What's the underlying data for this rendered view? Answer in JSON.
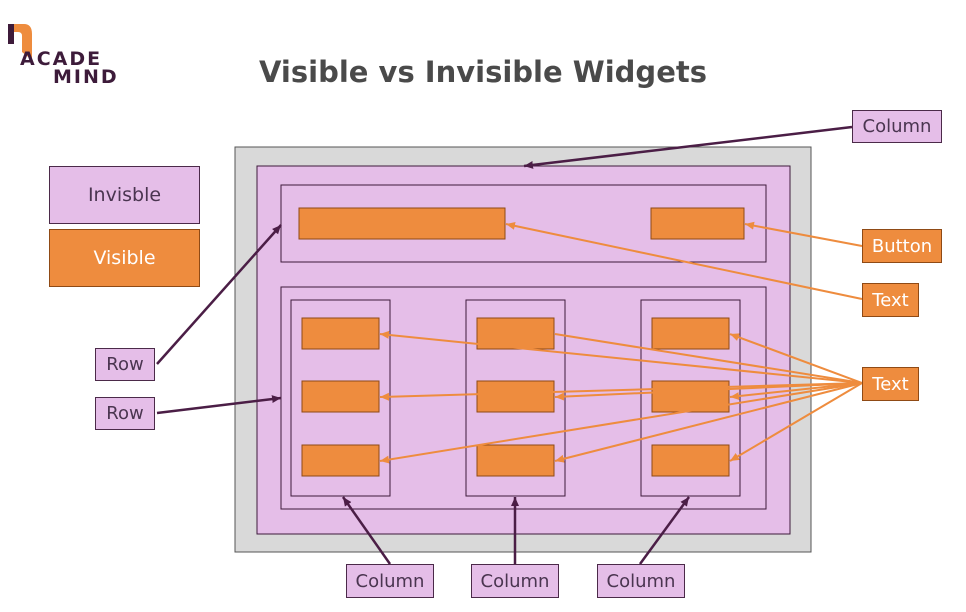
{
  "logo": {
    "line1": "ACADE",
    "line2": "MIND"
  },
  "title": "Visible vs Invisible Widgets",
  "legend": {
    "invisible": "Invisble",
    "visible": "Visible"
  },
  "labels": {
    "column_top": "Column",
    "button": "Button",
    "text_top": "Text",
    "text_grid": "Text",
    "row_top": "Row",
    "row_bottom": "Row",
    "column_left": "Column",
    "column_middle": "Column",
    "column_right": "Column"
  },
  "colors": {
    "invisible_fill": "#e5bee8",
    "visible_fill": "#ee8c3e",
    "frame_fill": "#d9d9d9",
    "outline": "#3d1b3a",
    "arrow_orange": "#ee8c3e",
    "arrow_dark": "#4b1e46"
  }
}
